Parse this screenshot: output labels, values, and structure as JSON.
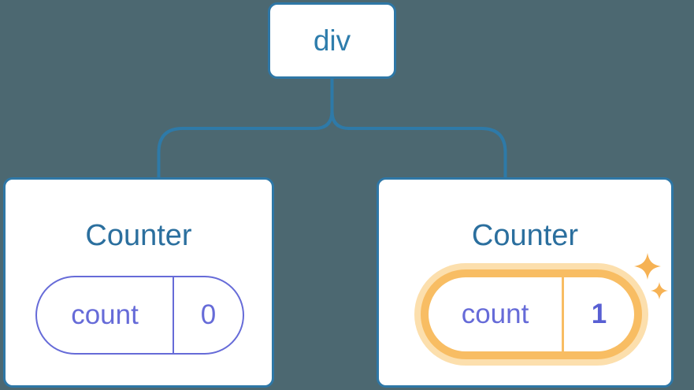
{
  "tree": {
    "root": {
      "label": "div"
    },
    "children": [
      {
        "title": "Counter",
        "state": {
          "key": "count",
          "value": "0"
        },
        "highlighted": false
      },
      {
        "title": "Counter",
        "state": {
          "key": "count",
          "value": "1"
        },
        "highlighted": true
      }
    ]
  },
  "icons": {
    "sparkle": "sparkle-icon"
  },
  "colors": {
    "background": "#4c6871",
    "card_background": "#ffffff",
    "node_border": "#2e77a6",
    "connector": "#2e7aa8",
    "root_label": "#2e7dac",
    "component_title": "#2b6f9e",
    "state_text": "#666bd8",
    "state_border": "#666bd8",
    "state_value_updated": "#585fd3",
    "highlight_ring": "#f8bd63",
    "highlight_glow": "#fcdfad",
    "sparkle": "#f6b254"
  }
}
